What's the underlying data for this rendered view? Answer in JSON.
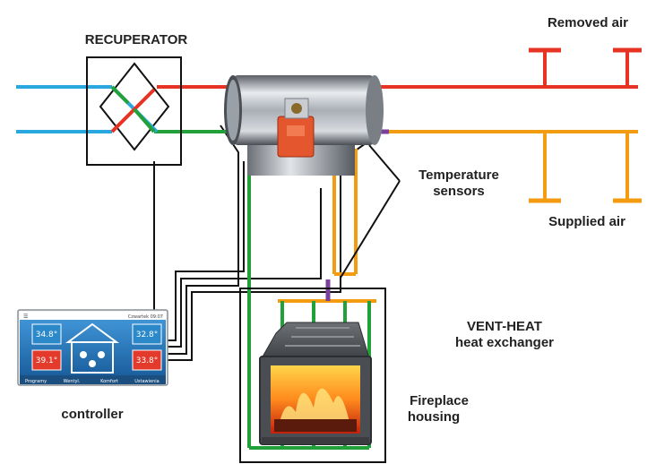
{
  "labels": {
    "recuperator": "RECUPERATOR",
    "removed_air": "Removed air",
    "supplied_air": "Supplied air",
    "temperature_sensors_line1": "Temperature",
    "temperature_sensors_line2": "sensors",
    "vent_heat_line1": "VENT-HEAT",
    "vent_heat_line2": "heat exchanger",
    "fireplace_line1": "Fireplace",
    "fireplace_line2": "housing",
    "controller": "controller"
  },
  "controller_screen": {
    "header_left": "☰",
    "header_right": "Czwartek 09:07",
    "temp_top_left": "34.8°",
    "temp_top_right": "32.8°",
    "temp_bottom_left": "39.1°",
    "temp_bottom_right": "33.8°",
    "menu_items": [
      "Programy",
      "Wentyl.",
      "Komfort",
      "Ustawienia"
    ]
  },
  "colors": {
    "cold_blue": "#29a8e0",
    "exhaust_red": "#e63323",
    "supply_orange": "#f39c12",
    "loop_green": "#22a03a",
    "sensor_purple": "#7b3f9e",
    "wire_black": "#111111",
    "screen_blue": "#1f6fb0"
  }
}
